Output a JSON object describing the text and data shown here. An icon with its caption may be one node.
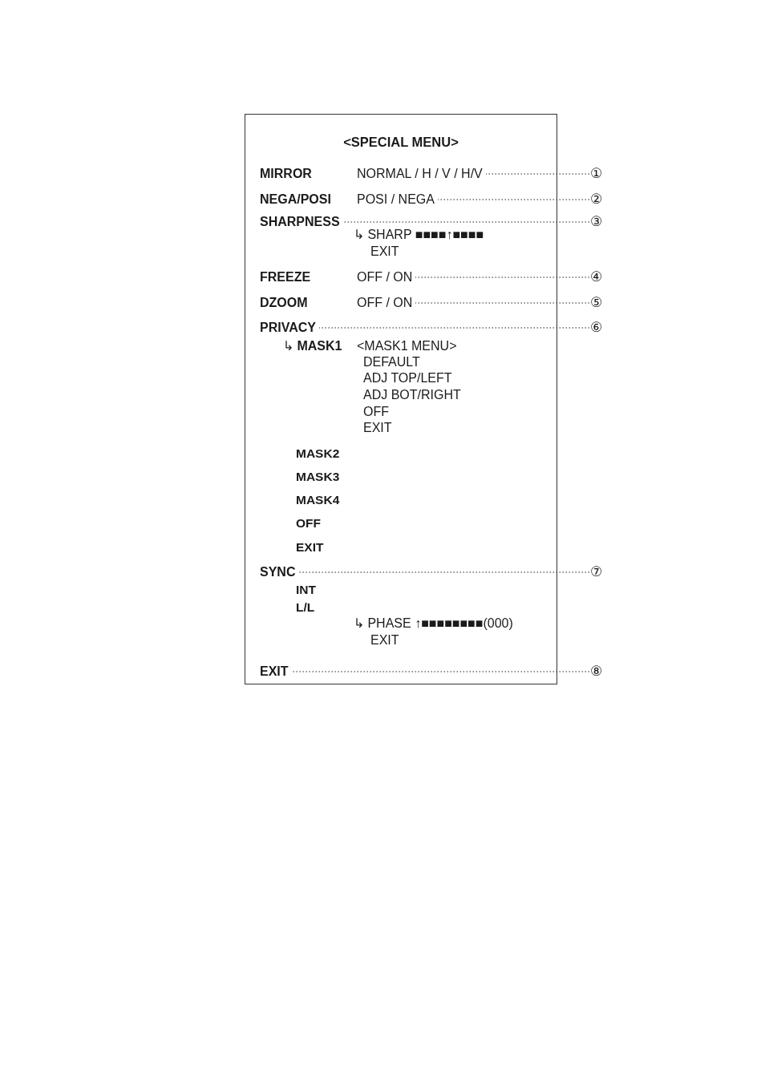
{
  "diagram": {
    "nodes": [
      {
        "text": [
          "<SPECIAL MENU>"
        ]
      },
      {
        "text": [
          "MIRROR",
          "NORMAL / H / V / H/V"
        ],
        "in": 0
      },
      {
        "text": [
          "①"
        ]
      },
      {
        "text": [
          "NEGA/POSI",
          "POSI / NEGA"
        ],
        "in": 0
      },
      {
        "text": [
          "②"
        ]
      },
      {
        "text": [
          "SHARPNESS"
        ],
        "in": 0
      },
      {
        "text": [
          "③"
        ]
      },
      {
        "text": [
          "FREEZE",
          "OFF / ON"
        ],
        "in": 0
      },
      {
        "text": [
          "④"
        ]
      },
      {
        "text": [
          "DZOOM",
          "OFF / ON"
        ],
        "in": 0
      },
      {
        "text": [
          "⑤"
        ]
      },
      {
        "text": [
          "PRIVACY"
        ],
        "in": 0
      },
      {
        "text": [
          "⑥"
        ]
      },
      {
        "text": [
          "SYNC"
        ],
        "in": 0
      },
      {
        "text": [
          "⑦"
        ]
      },
      {
        "text": [
          "EXIT"
        ],
        "in": 0
      },
      {
        "text": [
          "⑧"
        ]
      }
    ],
    "edges": [
      {
        "from": 2,
        "to": 1,
        "arrow": "none",
        "style": "dashed"
      },
      {
        "from": 4,
        "to": 3,
        "arrow": "none",
        "style": "dashed"
      },
      {
        "from": 6,
        "to": 5,
        "arrow": "none",
        "style": "dashed"
      },
      {
        "from": 8,
        "to": 7,
        "arrow": "none",
        "style": "dashed"
      },
      {
        "from": 10,
        "to": 9,
        "arrow": "none",
        "style": "dashed"
      },
      {
        "from": 12,
        "to": 11,
        "arrow": "none",
        "style": "dashed"
      },
      {
        "from": 14,
        "to": 13,
        "arrow": "none",
        "style": "dashed"
      },
      {
        "from": 16,
        "to": 15,
        "arrow": "none",
        "style": "dashed"
      }
    ],
    "labels": [
      "↳ SHARP ■■■■↑■■■■",
      "EXIT",
      "↳ **MASK1**",
      "<MASK1 MENU>",
      "DEFAULT",
      "ADJ TOP/LEFT",
      "ADJ BOT/RIGHT",
      "OFF",
      "EXIT",
      "MASK2",
      "MASK3",
      "MASK4",
      "OFF",
      "EXIT",
      "INT",
      "L/L",
      "↳ PHASE ↑■■■■■■■■(000)",
      "EXIT"
    ]
  }
}
